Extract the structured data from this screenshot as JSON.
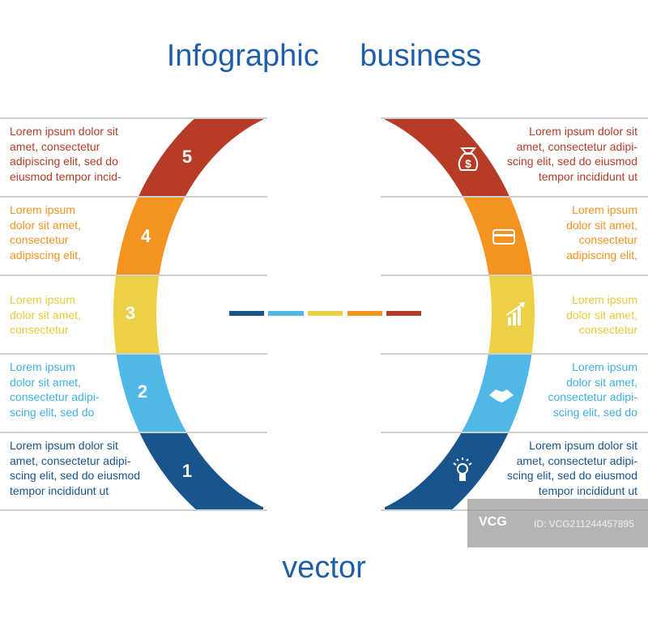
{
  "title": {
    "word1": "Infographic",
    "word2": "business"
  },
  "subtitle": "vector",
  "colors": [
    "#17558c",
    "#4fb8e6",
    "#ecd146",
    "#f39320",
    "#b63c27"
  ],
  "left_items": [
    {
      "number": "5",
      "text": "Lorem ipsum dolor sit\namet, consectetur\nadipiscing elit, sed do\neiusmod tempor incid-"
    },
    {
      "number": "4",
      "text": "Lorem ipsum\ndolor sit amet,\nconsectetur\nadipiscing elit,"
    },
    {
      "number": "3",
      "text": "Lorem ipsum\ndolor sit amet,\nconsectetur"
    },
    {
      "number": "2",
      "text": "Lorem ipsum\ndolor sit amet,\nconsectetur adipi-\nscing elit, sed do"
    },
    {
      "number": "1",
      "text": "Lorem ipsum dolor sit\namet, consectetur adipi-\nscing elit, sed do eiusmod\ntempor incididunt ut"
    }
  ],
  "right_items": [
    {
      "icon": "money-bag-icon",
      "text": "Lorem ipsum dolor sit\namet, consectetur adipi-\nscing elit, sed do eiusmod\ntempor incididunt ut"
    },
    {
      "icon": "credit-card-icon",
      "text": "Lorem ipsum\ndolor sit amet,\nconsectetur\nadipiscing elit,"
    },
    {
      "icon": "growth-chart-icon",
      "text": "Lorem ipsum\ndolor sit amet,\nconsectetur"
    },
    {
      "icon": "handshake-icon",
      "text": "Lorem ipsum\ndolor sit amet,\nconsectetur adipi-\nscing elit, sed do"
    },
    {
      "icon": "lightbulb-icon",
      "text": "Lorem ipsum dolor sit\namet, consectetur adipi-\nscing elit, sed do eiusmod\ntempor incididunt ut"
    }
  ],
  "watermark": {
    "logo": "VCG",
    "id": "ID: VCG211244457895"
  }
}
